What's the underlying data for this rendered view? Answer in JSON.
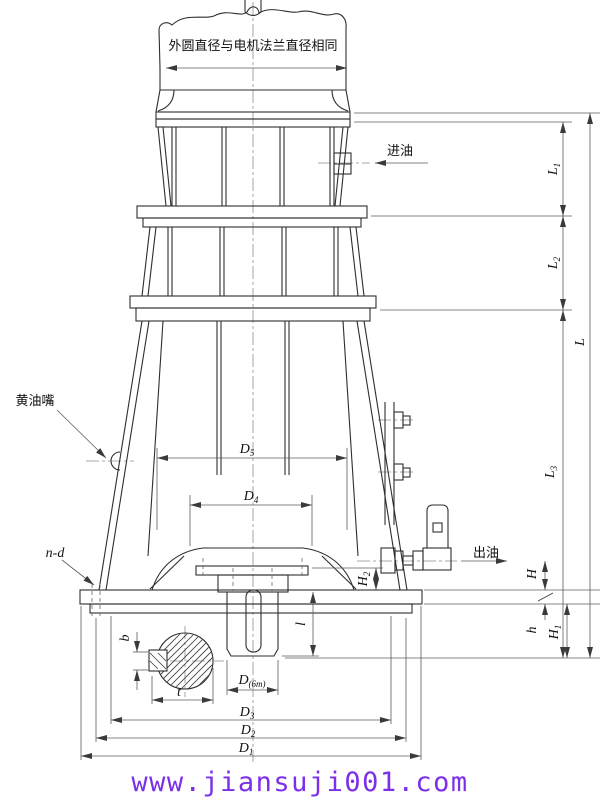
{
  "callouts": {
    "top_note": "外圆直径与电机法兰直径相同",
    "oil_in": "进油",
    "oil_out": "出油",
    "grease_nipple": "黄油嘴",
    "bolt_holes": "n-d"
  },
  "dims": {
    "L1": {
      "main": "L",
      "sub": "1"
    },
    "L2": {
      "main": "L",
      "sub": "2"
    },
    "L3": {
      "main": "L",
      "sub": "3"
    },
    "L": {
      "main": "L",
      "sub": ""
    },
    "H": {
      "main": "H",
      "sub": ""
    },
    "H1": {
      "main": "H",
      "sub": "1"
    },
    "H2": {
      "main": "H",
      "sub": "2"
    },
    "h": {
      "main": "h",
      "sub": ""
    },
    "l": {
      "main": "l",
      "sub": ""
    },
    "b": {
      "main": "b",
      "sub": ""
    },
    "t": {
      "main": "t",
      "sub": ""
    },
    "D1": {
      "main": "D",
      "sub": "1"
    },
    "D2": {
      "main": "D",
      "sub": "2"
    },
    "D3": {
      "main": "D",
      "sub": "3"
    },
    "D4": {
      "main": "D",
      "sub": "4"
    },
    "D5": {
      "main": "D",
      "sub": "5"
    },
    "D6m": {
      "main": "D",
      "sub": "(6m)"
    }
  },
  "footer": {
    "url": "www.jiansuji001.com",
    "color": "#7b2fe8"
  }
}
